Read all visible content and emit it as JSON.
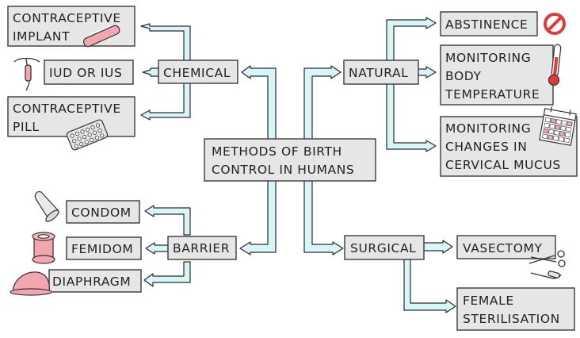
{
  "diagram": {
    "center": {
      "line1": "METHODS OF BIRTH",
      "line2": "CONTROL IN HUMANS"
    },
    "categories": {
      "chemical": "CHEMICAL",
      "barrier": "BARRIER",
      "natural": "NATURAL",
      "surgical": "SURGICAL"
    },
    "chemical_items": {
      "implant": {
        "line1": "CONTRACEPTIVE",
        "line2": "IMPLANT"
      },
      "iud": "IUD OR IUS",
      "pill": {
        "line1": "CONTRACEPTIVE",
        "line2": "PILL"
      }
    },
    "barrier_items": {
      "condom": "CONDOM",
      "femidom": "FEMIDOM",
      "diaphragm": "DIAPHRAGM"
    },
    "natural_items": {
      "abstinence": "ABSTINENCE",
      "temperature": {
        "line1": "MONITORING",
        "line2": "BODY",
        "line3": "TEMPERATURE"
      },
      "mucus": {
        "line1": "MONITORING",
        "line2": "CHANGES IN",
        "line3": "CERVICAL MUCUS"
      }
    },
    "surgical_items": {
      "vasectomy": "VASECTOMY",
      "sterilisation": {
        "line1": "FEMALE",
        "line2": "STERILISATION"
      }
    },
    "colors": {
      "box_fill": "#e6e6e6",
      "connector_fill": "#d8f6f8",
      "pink": "#f3a6ad",
      "red": "#e23a3a"
    }
  }
}
